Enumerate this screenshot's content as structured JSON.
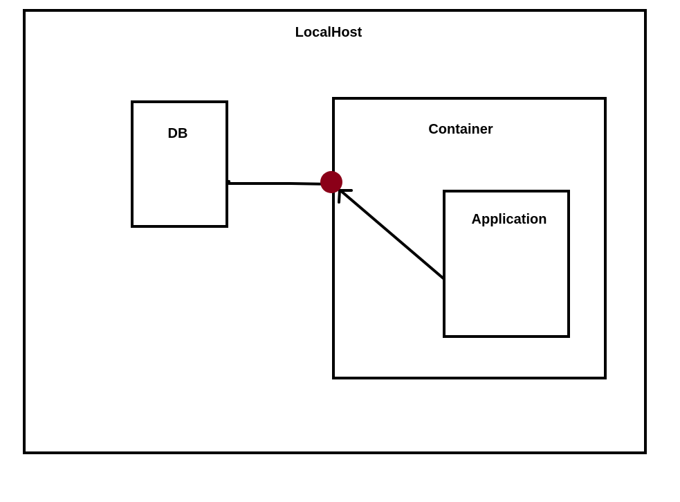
{
  "diagram": {
    "localhost_label": "LocalHost",
    "db_label": "DB",
    "container_label": "Container",
    "application_label": "Application",
    "port_color": "#8b0018"
  }
}
